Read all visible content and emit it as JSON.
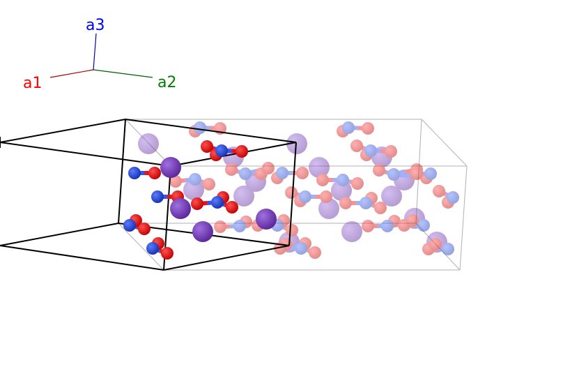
{
  "axes": {
    "a1": {
      "label": "a1",
      "color": "#ff0000"
    },
    "a2": {
      "label": "a2",
      "color": "#008000"
    },
    "a3": {
      "label": "a3",
      "color": "#0000ff"
    }
  },
  "colors": {
    "potassium": "#7a3cc0",
    "nitrogen": "#2244dd",
    "oxygen": "#ee0000",
    "cell_main": "#000000",
    "cell_repeat": "#b0b0b0"
  }
}
